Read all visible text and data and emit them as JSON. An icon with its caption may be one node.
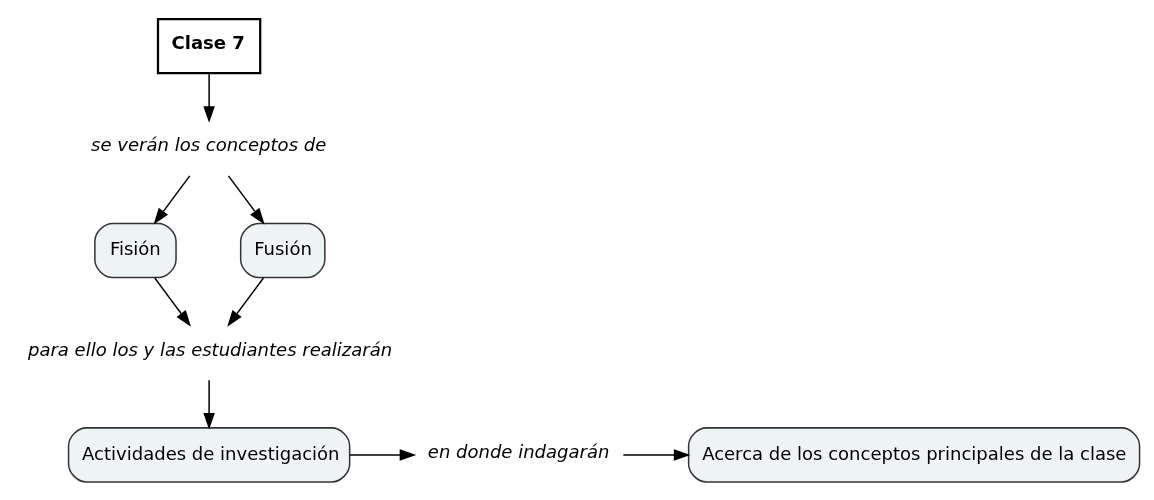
{
  "diagram": {
    "nodes": [
      {
        "text": [
          "Clase 7"
        ]
      },
      {
        "text": [
          "se verán los conceptos de"
        ]
      },
      {
        "text": [
          "Fisión"
        ]
      },
      {
        "text": [
          "Fusión"
        ]
      },
      {
        "text": [
          "para ello los y las estudiantes realizarán"
        ]
      },
      {
        "text": [
          "Actividades de investigación"
        ]
      },
      {
        "text": [
          "en donde indagarán"
        ]
      },
      {
        "text": [
          "Acerca de los conceptos principales de la clase"
        ]
      }
    ],
    "edges": [
      {
        "from": 0,
        "to": 1,
        "arrow": "to"
      },
      {
        "from": 1,
        "to": 2,
        "arrow": "to"
      },
      {
        "from": 1,
        "to": 3,
        "arrow": "to"
      },
      {
        "from": 2,
        "to": 4,
        "arrow": "to"
      },
      {
        "from": 3,
        "to": 4,
        "arrow": "to"
      },
      {
        "from": 4,
        "to": 5,
        "arrow": "to"
      },
      {
        "from": 5,
        "to": 6,
        "arrow": "to"
      },
      {
        "from": 6,
        "to": 7,
        "arrow": "to"
      }
    ]
  }
}
